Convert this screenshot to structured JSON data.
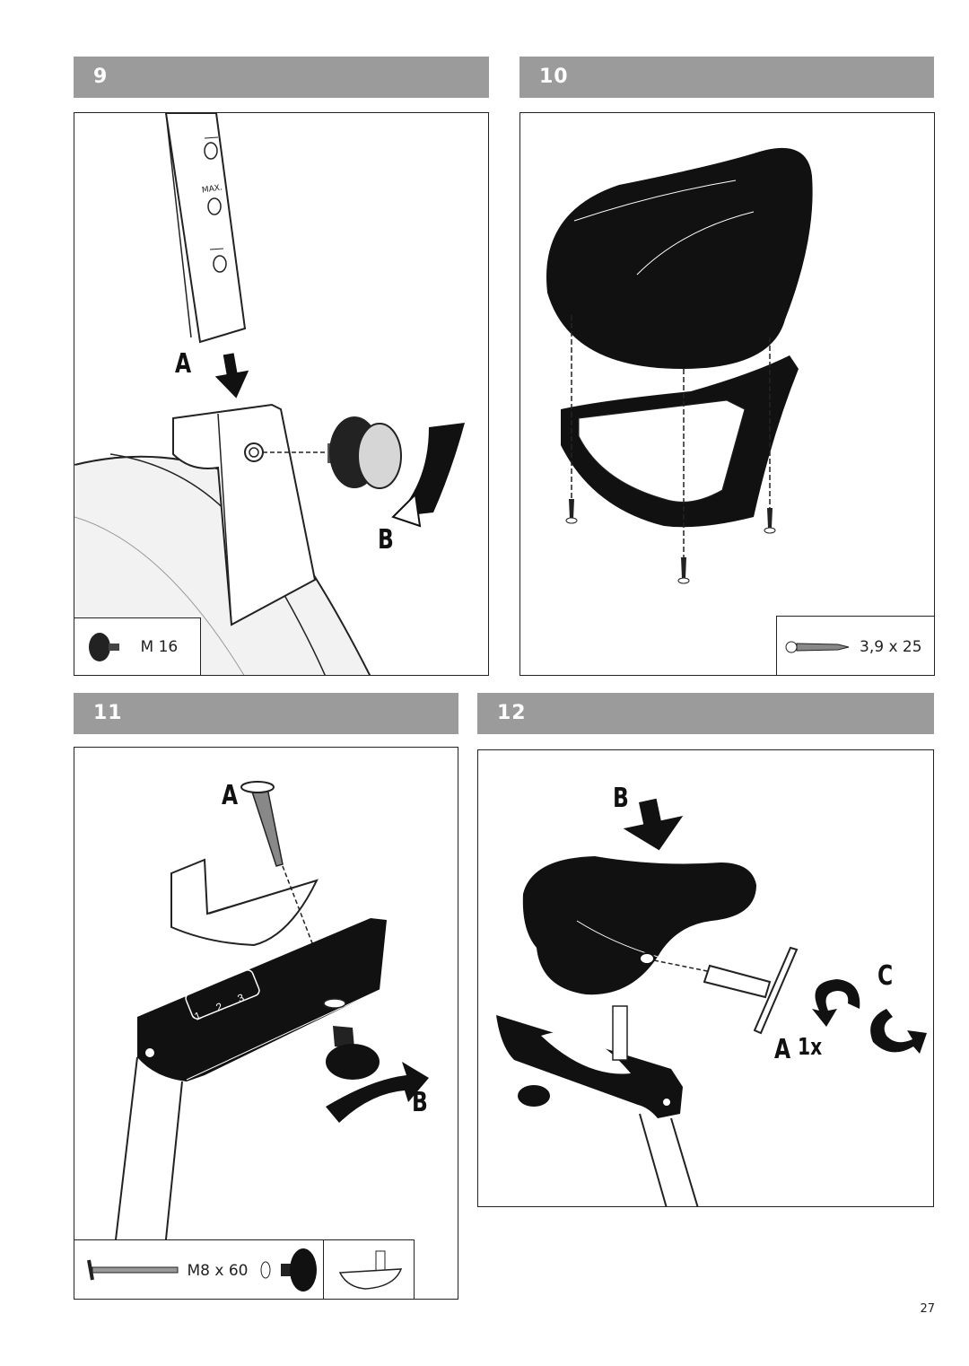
{
  "steps": [
    {
      "number": "9",
      "callouts": {
        "a": "A",
        "b": "B"
      },
      "part": {
        "label": "M 16"
      },
      "post_marks": {
        "max": "MAX."
      }
    },
    {
      "number": "10",
      "part": {
        "label": "3,9 x 25"
      }
    },
    {
      "number": "11",
      "callouts": {
        "a": "A",
        "b": "B"
      },
      "part": {
        "label": "M8 x 60"
      },
      "scale_marks": [
        "1",
        "2",
        "3"
      ]
    },
    {
      "number": "12",
      "callouts": {
        "a": "A",
        "b": "B",
        "c": "C",
        "count": "1x"
      }
    }
  ],
  "page_number": "27"
}
